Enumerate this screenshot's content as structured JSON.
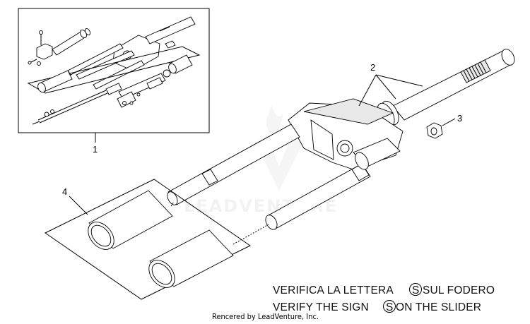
{
  "callouts": {
    "c1": "1",
    "c2": "2",
    "c3": "3",
    "c4": "4"
  },
  "notes": {
    "line_it_before": "VERIFICA LA LETTERA ",
    "line_it_symbol": "S",
    "line_it_after": "SUL FODERO",
    "line_en_before": "VERIFY THE SIGN ",
    "line_en_symbol": "S",
    "line_en_after": " ON THE SLIDER"
  },
  "watermark": {
    "text": "LEADVENTURE"
  },
  "credit": {
    "text": "Rencered by LeadVenture, Inc."
  }
}
